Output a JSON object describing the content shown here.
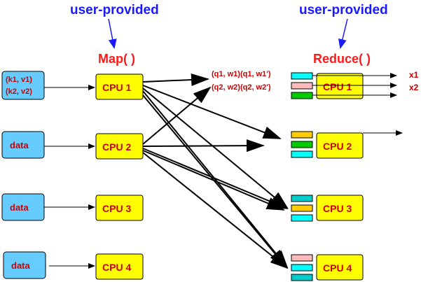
{
  "labels": {
    "map_user": "user-provided",
    "reduce_user": "user-provided",
    "map_title": "Map( )",
    "reduce_title": "Reduce( )"
  },
  "inputs": {
    "kv_line1": "(k1, v1)",
    "kv_line2": "(k2, v2)",
    "data2": "data",
    "data3": "data",
    "data4": "data"
  },
  "map_cpus": [
    "CPU 1",
    "CPU 2",
    "CPU 3",
    "CPU 4"
  ],
  "reduce_cpus": [
    "CPU 1",
    "CPU 2",
    "CPU 3",
    "CPU 4"
  ],
  "intermediate": {
    "line1": "(q1, w1)(q1, w1')",
    "line2": "(q2, w2)(q2, w2')"
  },
  "outputs": [
    "x1",
    "x2"
  ],
  "colors": {
    "cpu_fill": "#ffff00",
    "input_fill": "#66ccff",
    "cyan": "#00ffff",
    "pink": "#ffbbbb",
    "green": "#00cc00",
    "orange": "#ffcc00",
    "teal": "#00cccc",
    "label_blue": "#1a1aff",
    "label_red": "#ff1a1a"
  }
}
